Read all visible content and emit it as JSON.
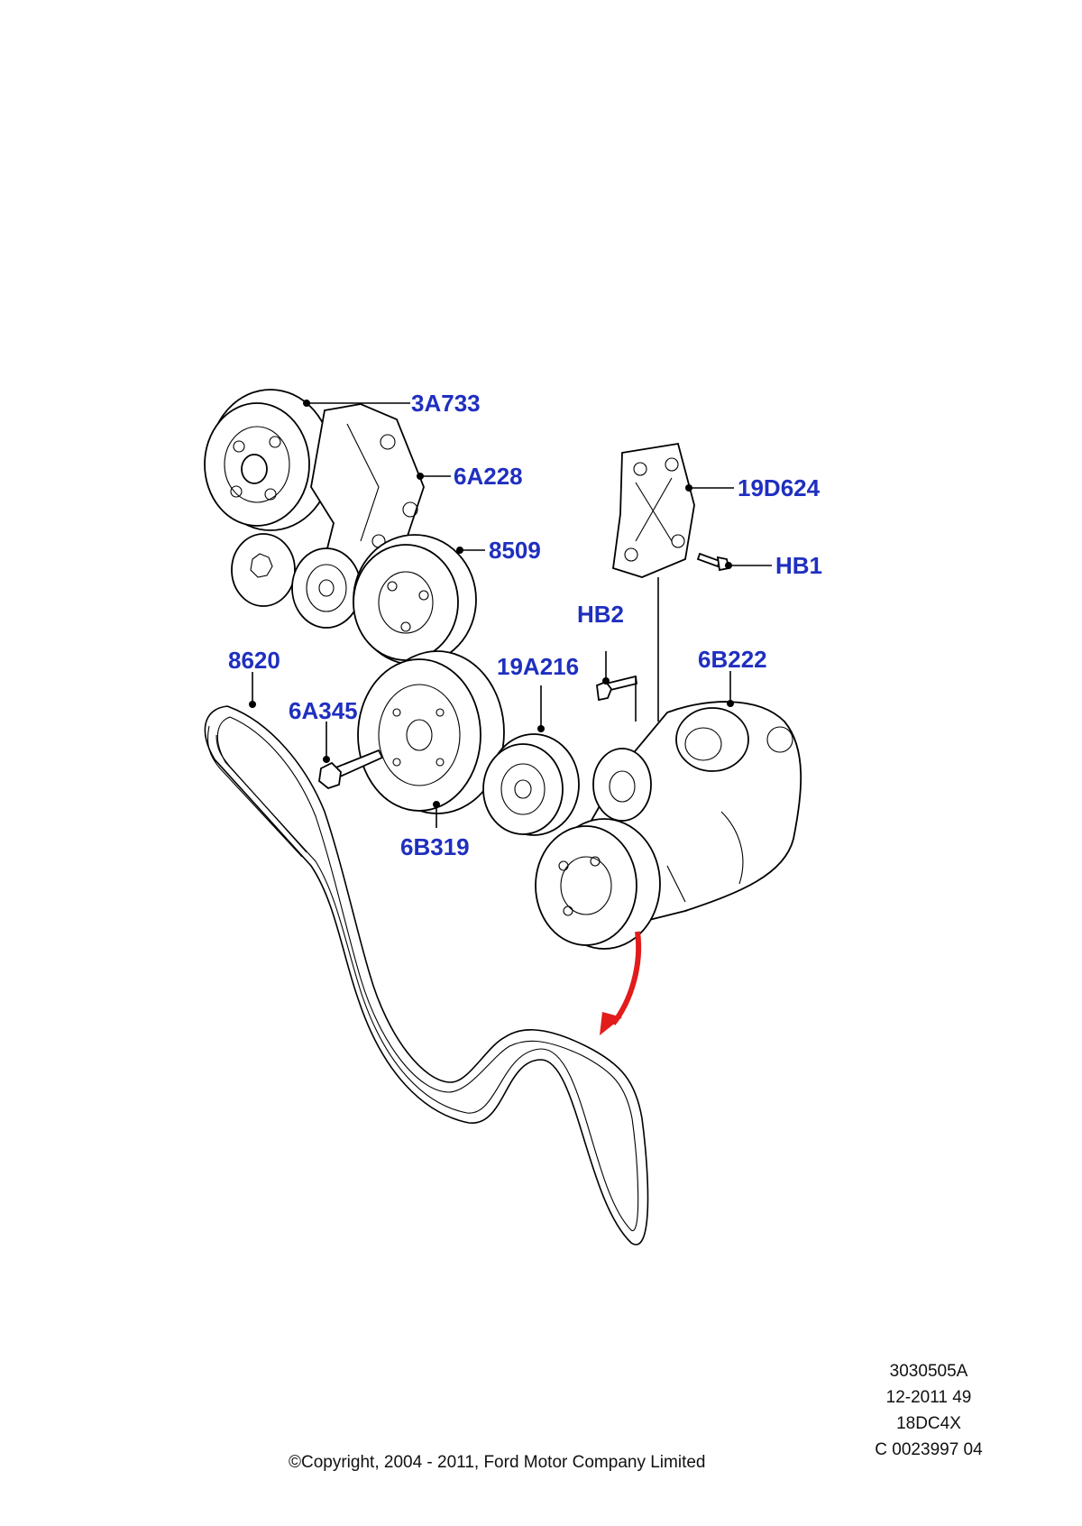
{
  "labels": {
    "p3A733": "3A733",
    "p6A228": "6A228",
    "p19D624": "19D624",
    "p8509": "8509",
    "pHB1": "HB1",
    "pHB2": "HB2",
    "p8620": "8620",
    "p6B222": "6B222",
    "p19A216": "19A216",
    "p6A345": "6A345",
    "p6B319": "6B319"
  },
  "reference": {
    "line1": "3030505A",
    "line2": "12-2011 49",
    "line3": "18DC4X",
    "line4": "C 0023997 04"
  },
  "copyright": "©Copyright, 2004 - 2011, Ford Motor Company Limited",
  "colors": {
    "label": "#1f2fbf",
    "arrow": "#e21b1b",
    "line": "#000000"
  }
}
